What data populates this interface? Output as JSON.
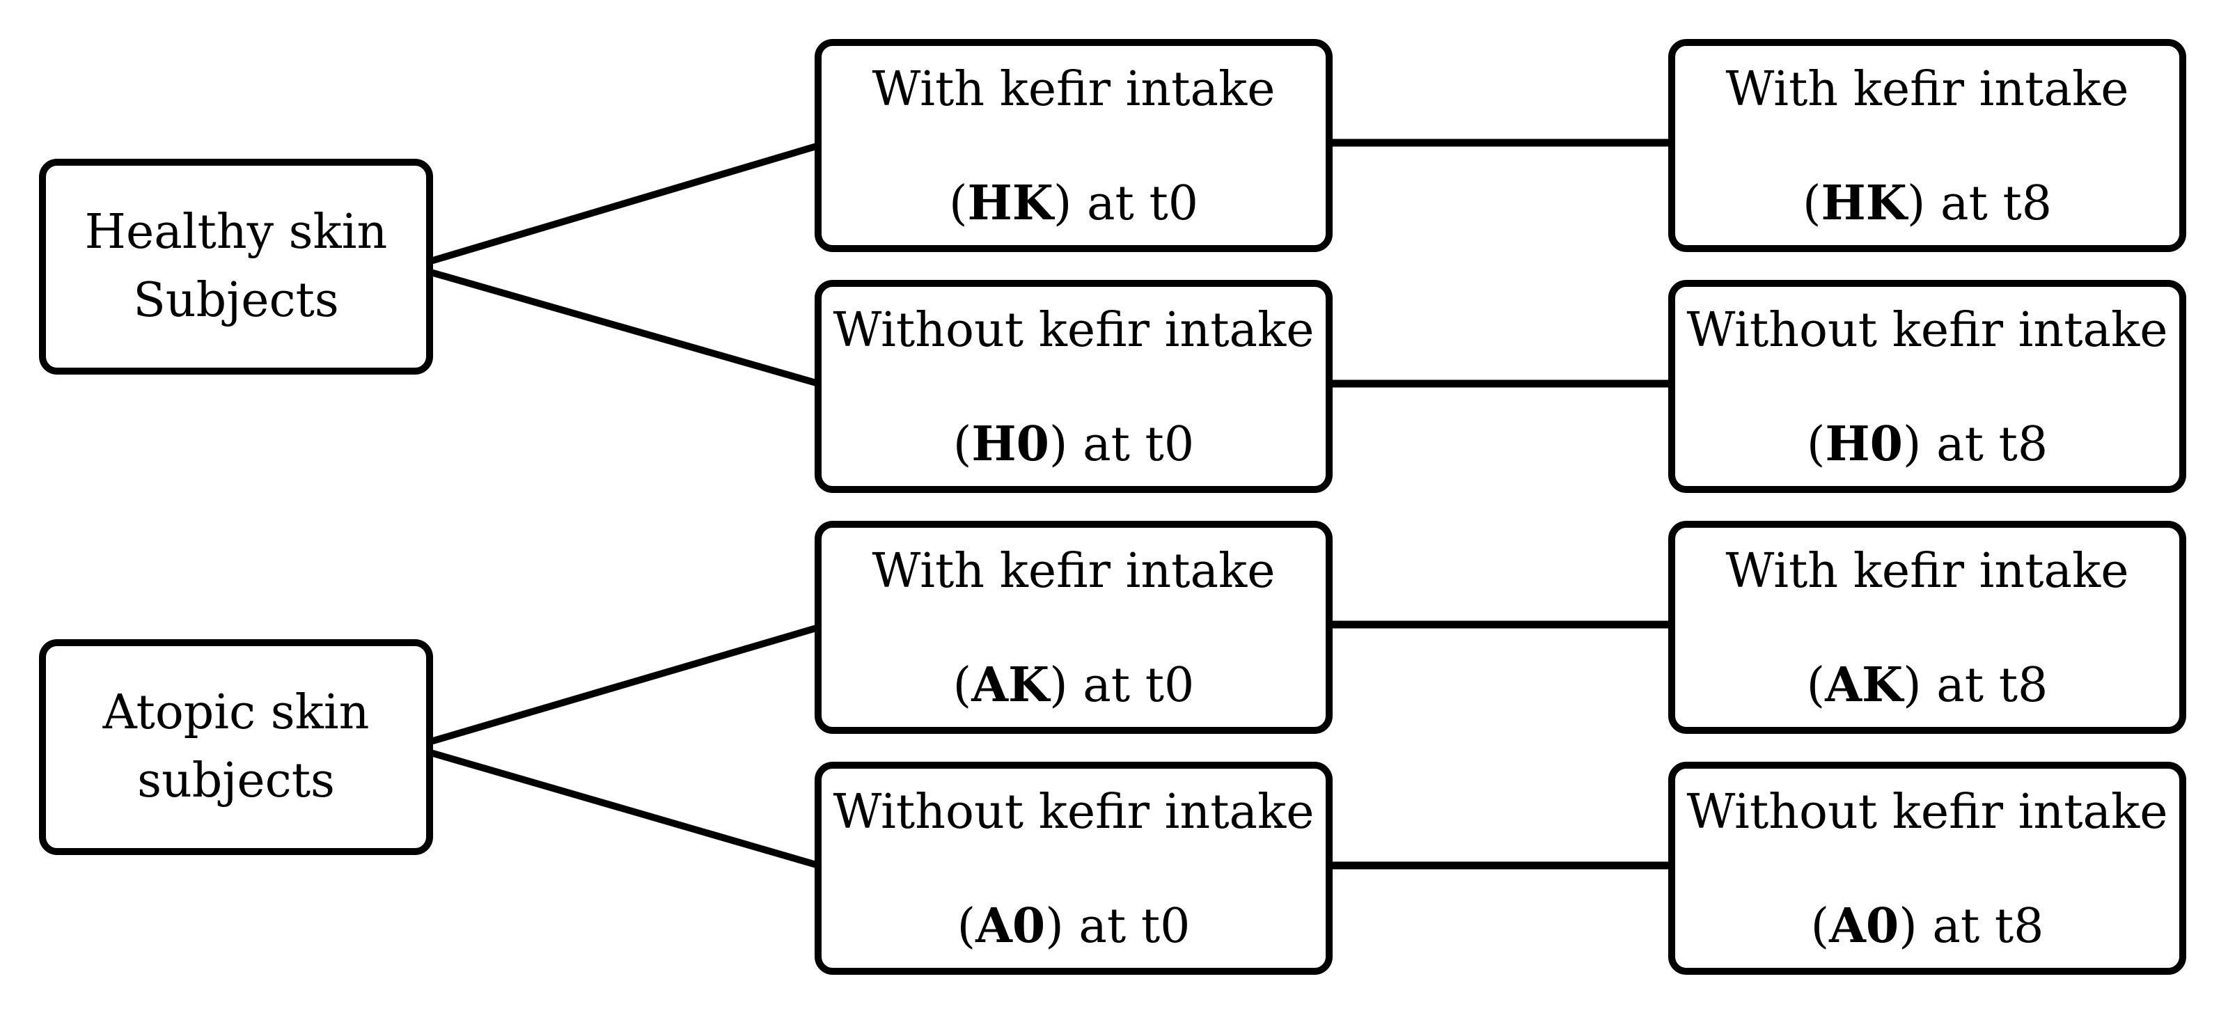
{
  "groups": {
    "healthy": {
      "line1": "Healthy skin",
      "line2": "Subjects"
    },
    "atopic": {
      "line1": "Atopic skin",
      "line2": "subjects"
    }
  },
  "conditions": [
    {
      "label": "With kefir intake",
      "code": "HK",
      "t0": "at t0",
      "t8": "at t8"
    },
    {
      "label": "Without kefir intake",
      "code": "H0",
      "t0": "at t0",
      "t8": "at t8"
    },
    {
      "label": "With kefir intake",
      "code": "AK",
      "t0": "at t0",
      "t8": "at t8"
    },
    {
      "label": "Without kefir intake",
      "code": "A0",
      "t0": "at t0",
      "t8": "at t8"
    }
  ],
  "punct": {
    "open": "(",
    "close": ")"
  },
  "colors": {
    "stroke": "#000000",
    "background": "#ffffff"
  }
}
